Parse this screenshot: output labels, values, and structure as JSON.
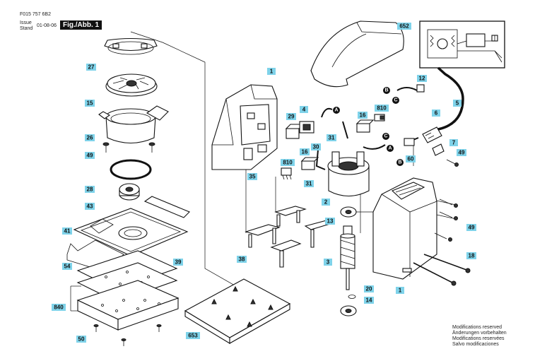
{
  "header": {
    "doc_number": "F015 757 6B2",
    "issue_label": "Issue",
    "stand_label": "Stand",
    "date": "01-08-06",
    "figure_label": "Fig./Abb. 1"
  },
  "footer": {
    "lines": [
      "Modifications reserved",
      "Änderungen vorbehalten",
      "Modifications reservées",
      "Salvo modificaciones"
    ]
  },
  "labels": {
    "p27": "27",
    "p15": "15",
    "p26": "26",
    "p49a": "49",
    "p28": "28",
    "p43": "43",
    "p41": "41",
    "p54": "54",
    "p39": "39",
    "p840": "840",
    "p50": "50",
    "p653": "653",
    "p652": "652",
    "p1a": "1",
    "p35": "35",
    "p29": "29",
    "p4": "4",
    "p30": "30",
    "p31a": "31",
    "p31b": "31",
    "p16a": "16",
    "p16b": "16",
    "p810a": "810",
    "p810b": "810",
    "p12": "12",
    "p60": "60",
    "p6": "6",
    "p5": "5",
    "p7": "7",
    "p49b": "49",
    "p49c": "49",
    "p2": "2",
    "p13": "13",
    "p38": "38",
    "p3": "3",
    "p20": "20",
    "p14": "14",
    "p18": "18",
    "p1b": "1"
  },
  "connectors": {
    "a1": "A",
    "a2": "A",
    "b1": "B",
    "b2": "B",
    "c1": "C",
    "c2": "C"
  },
  "colors": {
    "label_bg": "#7fd3ea"
  }
}
